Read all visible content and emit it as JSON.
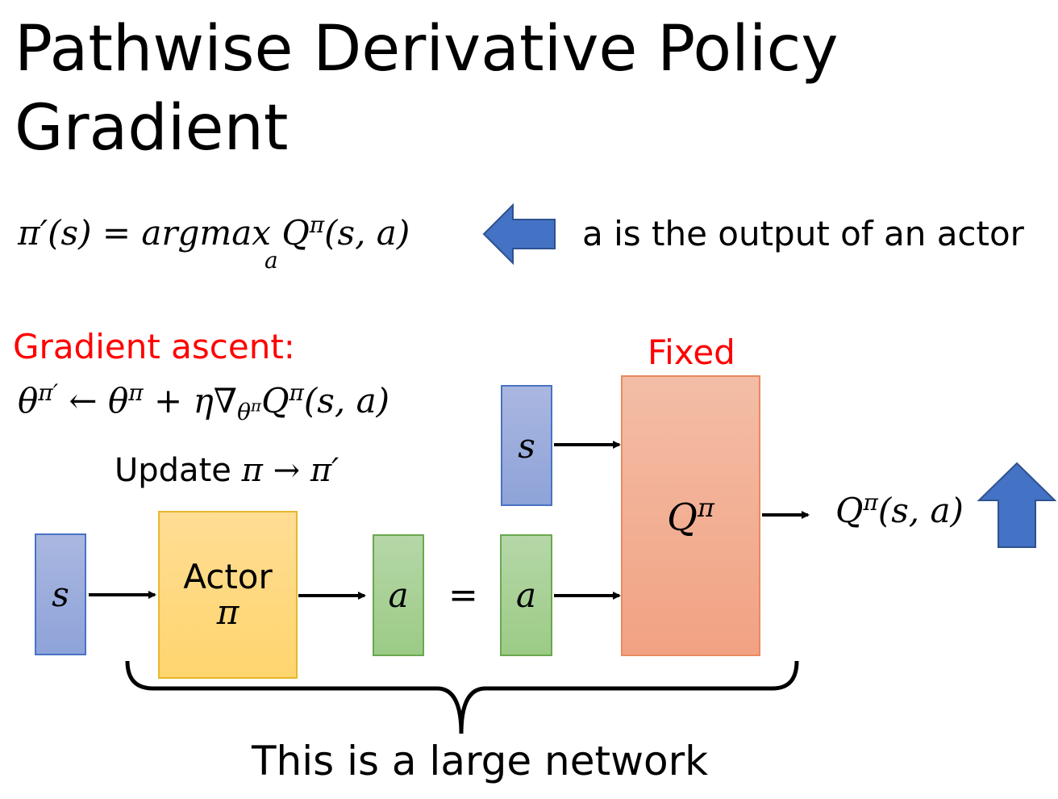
{
  "title": "Pathwise Derivative Policy Gradient",
  "equation_argmax": {
    "lhs": "π′(s)",
    "equals": "=",
    "argmax": "argmax",
    "subscript": "a",
    "rhs": "Q",
    "rhs_sup": "π",
    "rhs_args": "(s, a)"
  },
  "actor_note": "a is the output of an actor",
  "gradient_ascent_label": "Gradient ascent:",
  "update_equation": {
    "lhs": "θ",
    "lhs_sup": "π′",
    "arrow": " ← ",
    "theta": "θ",
    "theta_sup": "π",
    "plus_eta_nabla": " + η∇",
    "nabla_sub": "θ",
    "nabla_sub_sup": "π",
    "q": "Q",
    "q_sup": "π",
    "q_args": "(s, a)"
  },
  "update_pi": {
    "text": "Update ",
    "math": "π → π′"
  },
  "fixed_label": "Fixed",
  "diagram": {
    "state_left": "s",
    "actor_name": "Actor",
    "actor_symbol": "π",
    "action_1": "a",
    "equals": "=",
    "action_2": "a",
    "state_top": "s",
    "critic": "Q",
    "critic_sup": "π",
    "output": "Q",
    "output_sup": "π",
    "output_args": "(s, a)"
  },
  "network_caption": "This is a large network",
  "colors": {
    "accent_red": "#ff0000",
    "arrow_blue": "#4472c4",
    "state_blue": "#8ea3d9",
    "action_green": "#9ccb86",
    "actor_yellow": "#ffd56e",
    "critic_orange": "#f2a283"
  },
  "icons": [
    "arrow-left-icon",
    "arrow-up-icon",
    "curly-brace-icon"
  ]
}
